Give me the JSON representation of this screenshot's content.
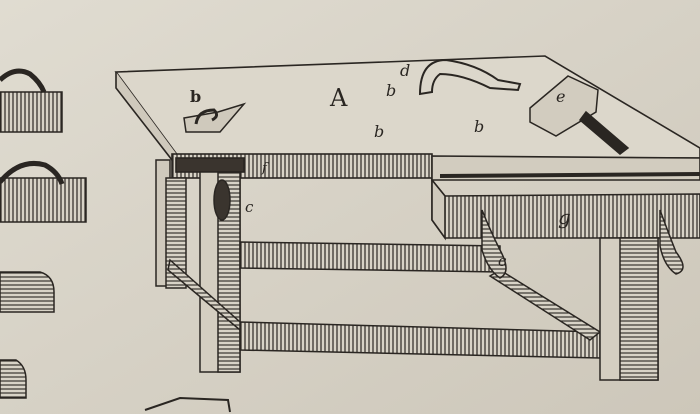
{
  "colors": {
    "paper": "#d8d3c7",
    "ink": "#2a2622",
    "shadow": "#bdb7aa"
  },
  "labels": {
    "A": "A",
    "b1": "b",
    "b2": "b",
    "b3": "b",
    "b4": "b",
    "d": "d",
    "e": "e",
    "f": "f",
    "c1": "c",
    "c2": "c",
    "g": "g"
  }
}
